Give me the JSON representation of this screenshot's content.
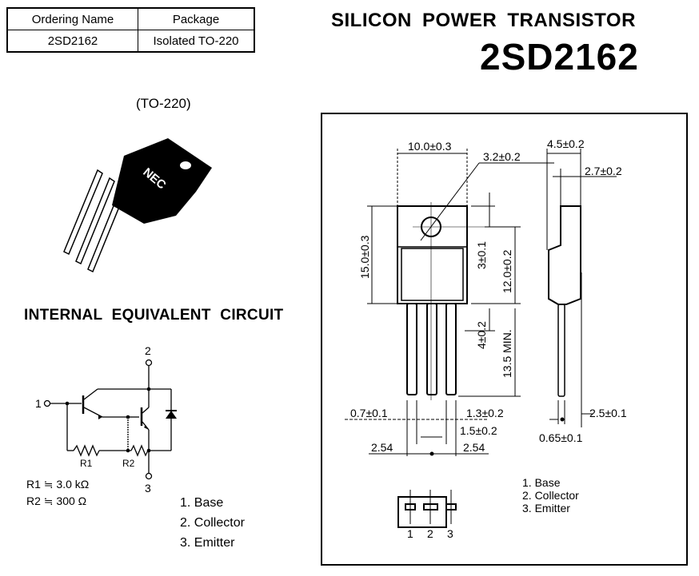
{
  "ordering_table": {
    "headers": [
      "Ordering Name",
      "Package"
    ],
    "rows": [
      [
        "2SD2162",
        "Isolated TO-220"
      ]
    ]
  },
  "header": {
    "category": "SILICON POWER TRANSISTOR",
    "part_number": "2SD2162"
  },
  "package_view": {
    "label": "(TO-220)",
    "marking": "NEC"
  },
  "circuit": {
    "title": "INTERNAL EQUIVALENT CIRCUIT",
    "pin_numbers": [
      "1",
      "2",
      "3"
    ],
    "resistor_labels": [
      "R1",
      "R2"
    ],
    "resistor_values": [
      "R1 ≒ 3.0 kΩ",
      "R2 ≒ 300 Ω"
    ],
    "pins": [
      "1. Base",
      "2. Collector",
      "3. Emitter"
    ]
  },
  "dimensions": {
    "width": "10.0±0.3",
    "hole_dia": "3.2±0.2",
    "thickness": "4.5±0.2",
    "tab_thickness": "2.7±0.2",
    "height": "15.0±0.3",
    "hole_pos": "3±0.1",
    "body_height": "12.0±0.2",
    "lead_shoulder": "4±0.2",
    "lead_length": "13.5 MIN.",
    "lead_width": "0.7±0.1",
    "lead_width2": "1.3±0.2",
    "lead_shoulder_width": "1.5±0.2",
    "pitch_left": "2.54",
    "pitch_right": "2.54",
    "lead_offset": "2.5±0.1",
    "lead_thickness": "0.65±0.1"
  },
  "bottom_view": {
    "pin_numbers": [
      "1",
      "2",
      "3"
    ],
    "pins": [
      "1. Base",
      "2. Collector",
      "3. Emitter"
    ]
  }
}
